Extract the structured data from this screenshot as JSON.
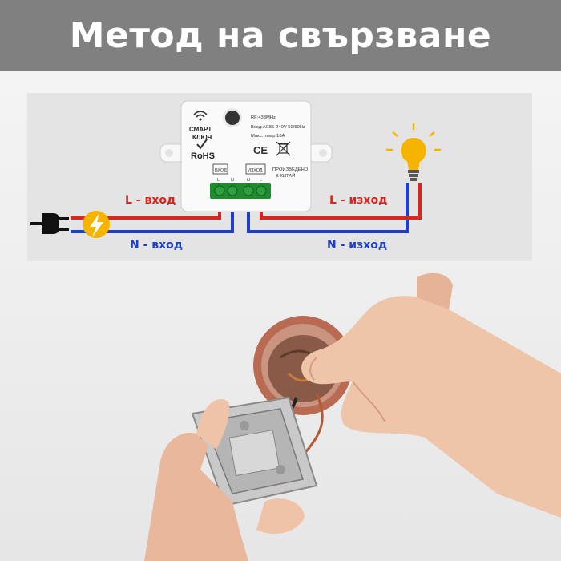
{
  "title": "Метод на свързване",
  "module": {
    "brand_line1": "СМАРТ",
    "brand_line2": "КЛЮЧ",
    "rohs": "RoHS",
    "spec_rf": "RF:433MHz",
    "spec_input": "Вход:AC85-240V 50/60Hz",
    "spec_load": "Макс.товар:10A",
    "made_in_line1": "ПРОИЗВЕДЕНО",
    "made_in_line2": "В КИТАЙ",
    "terminal_in": "ВХОД",
    "terminal_out": "ИЗХОД",
    "terminal_letters": [
      "L",
      "N",
      "N",
      "L"
    ],
    "ce_mark": "CE"
  },
  "wiring": {
    "l_in": "L - вход",
    "n_in": "N - вход",
    "l_out": "L - изход",
    "n_out": "N - изход"
  },
  "colors": {
    "live_wire": "#d9251c",
    "neutral_wire": "#1c3fd0",
    "terminal_green": "#1f8a2e",
    "banner": "#808080",
    "bulb": "#f5b400"
  },
  "icons": [
    "power-plug-icon",
    "lightning-bolt-icon",
    "light-bulb-icon",
    "wifi-icon",
    "checkmark-icon",
    "ce-icon",
    "crossed-bin-icon"
  ]
}
